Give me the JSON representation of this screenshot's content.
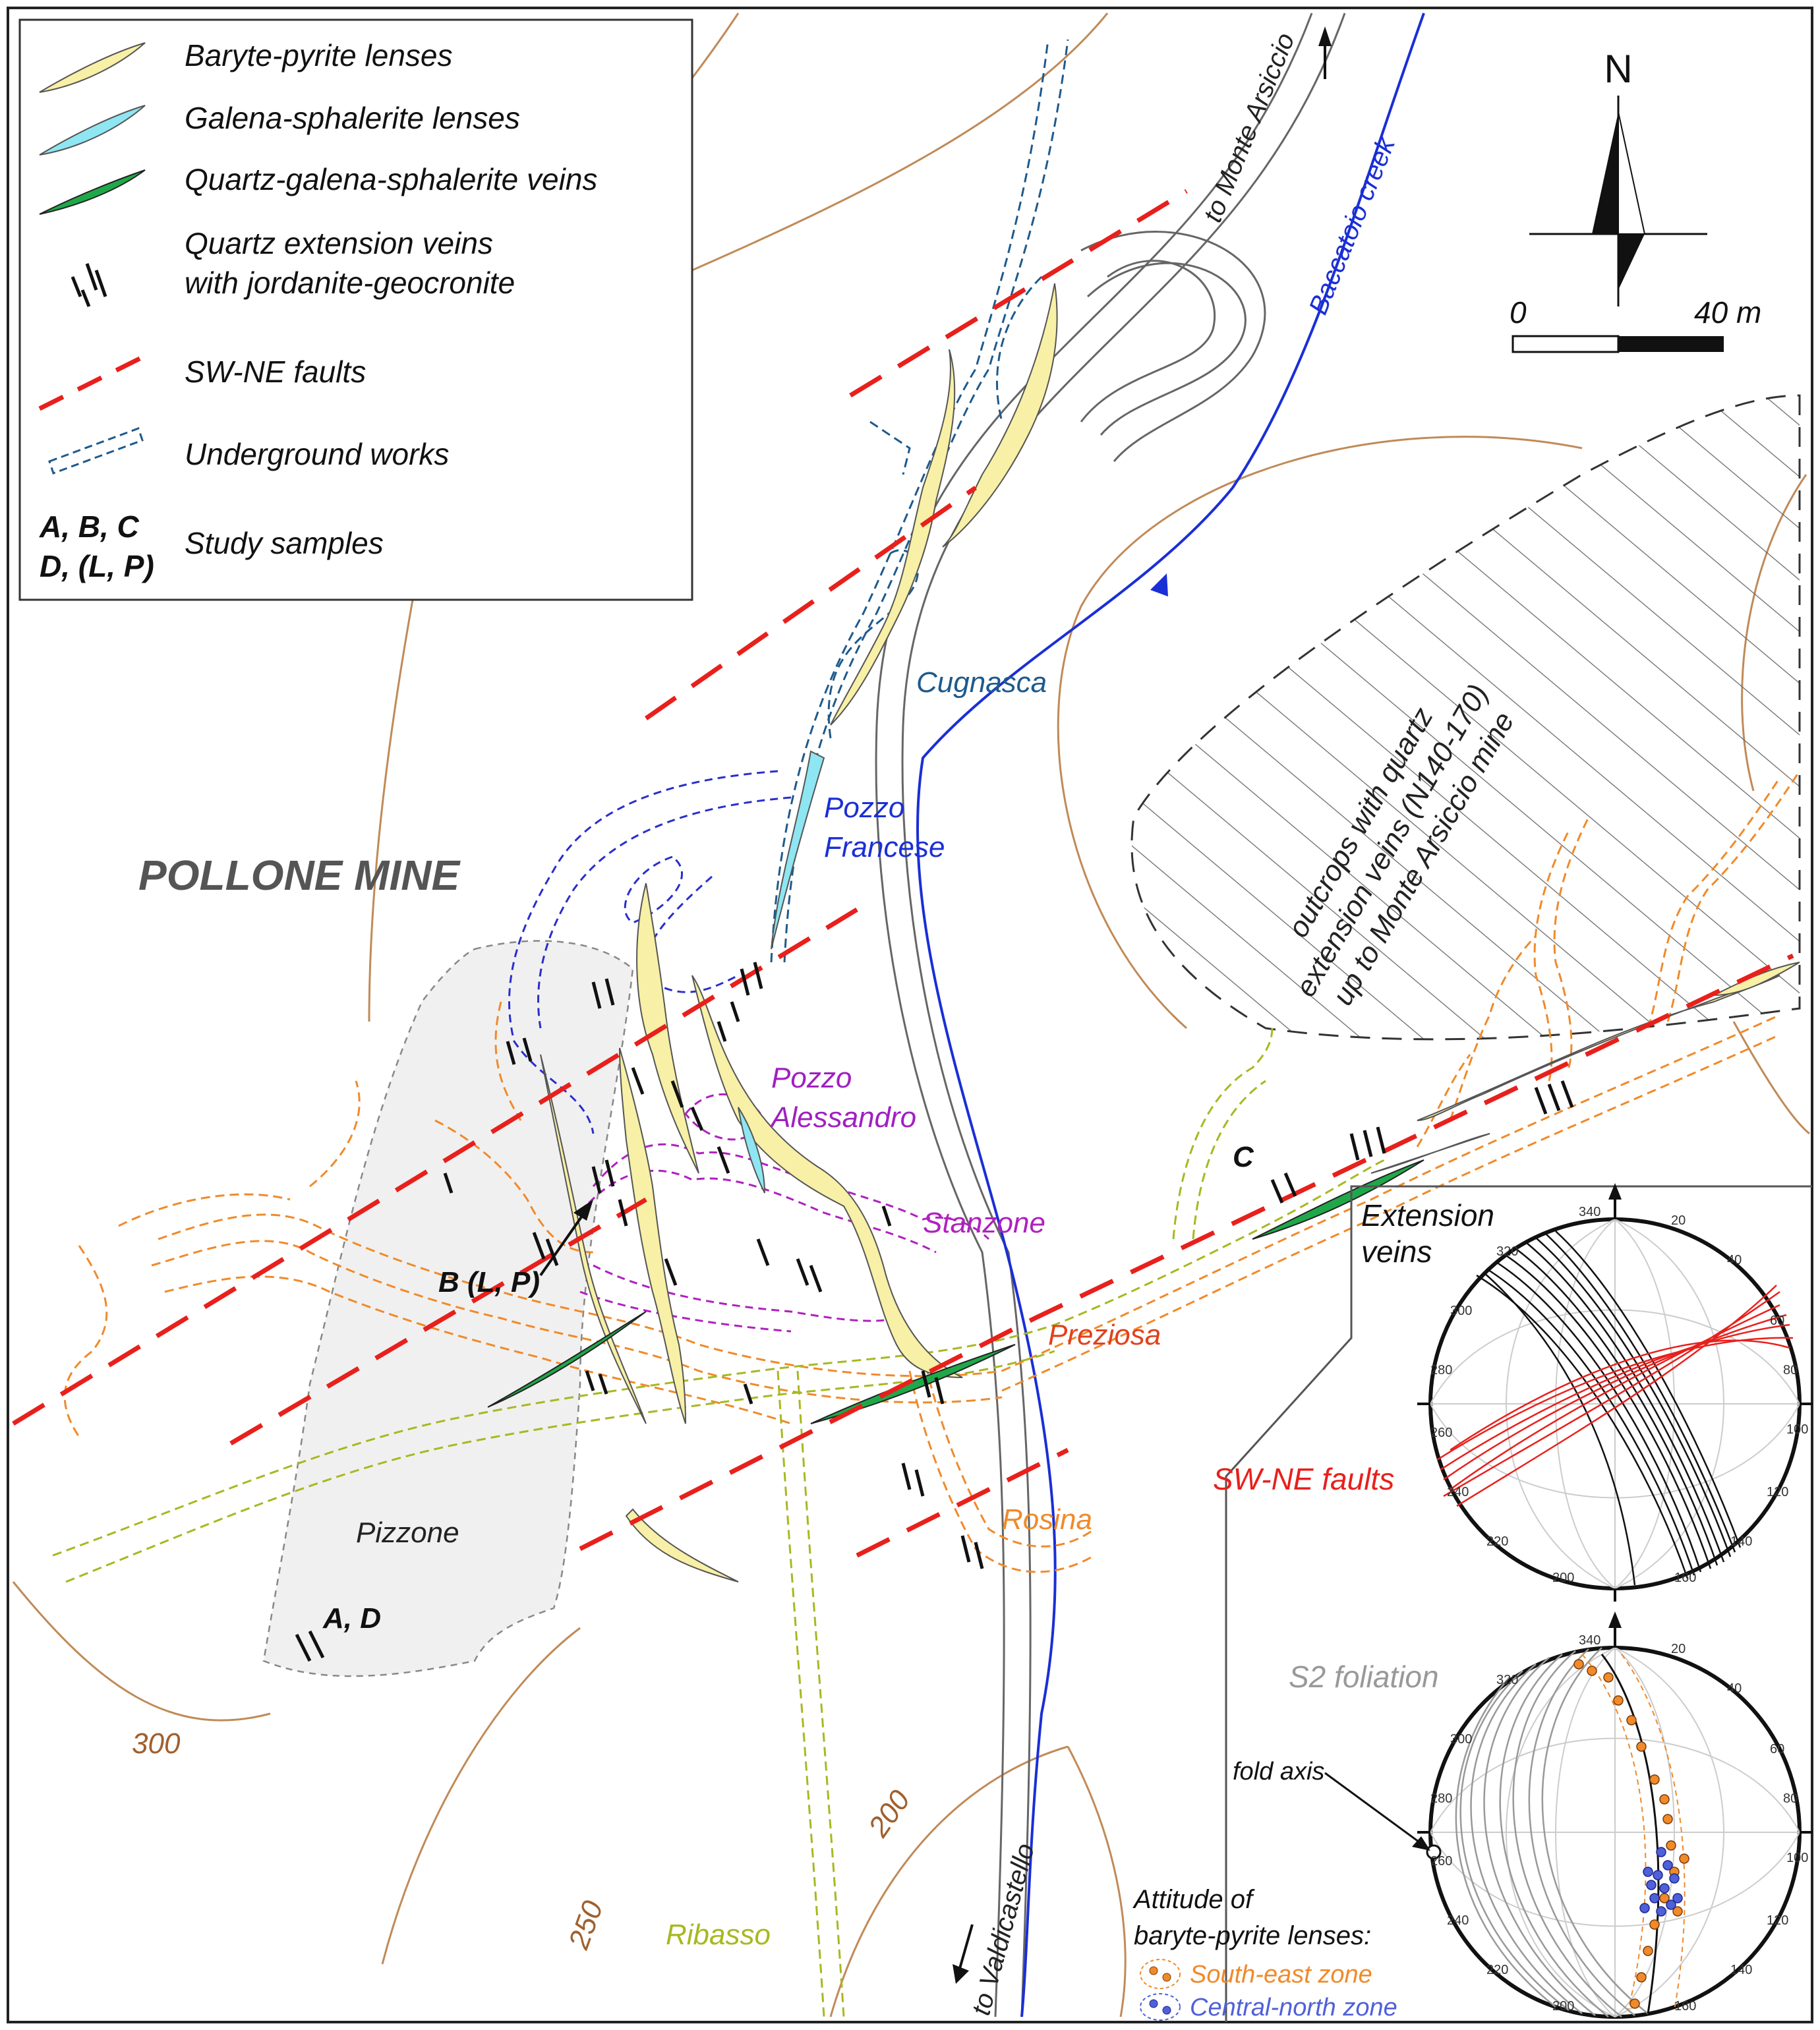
{
  "map_title": "POLLONE MINE",
  "legend": {
    "items": [
      {
        "key": "baryte",
        "label": "Baryte-pyrite lenses",
        "color": "#f7f0a6"
      },
      {
        "key": "galena",
        "label": "Galena-sphalerite lenses",
        "color": "#8ee6f2"
      },
      {
        "key": "quartz_veins",
        "label": "Quartz-galena-sphalerite veins",
        "color": "#1fa84a"
      },
      {
        "key": "ext_veins",
        "label": "Quartz extension veins",
        "label2": "with jordanite-geocronite"
      },
      {
        "key": "faults",
        "label": "SW-NE faults",
        "color": "#e8201c"
      },
      {
        "key": "works",
        "label": "Underground works",
        "color": "#1e5a8c"
      },
      {
        "key": "samples",
        "symbol1": "A, B, C",
        "symbol2": "D, (L, P)",
        "label": "Study samples"
      }
    ]
  },
  "compass": {
    "north": "N",
    "scale_start": "0",
    "scale_end": "40 m"
  },
  "labels": {
    "to_monte_arsiccio": "to Monte Arsiccio",
    "baccatoio_creek": "Baccatoio creek",
    "cugnasca": "Cugnasca",
    "pozzo_francese_1": "Pozzo",
    "pozzo_francese_2": "Francese",
    "pozzo_alessandro_1": "Pozzo",
    "pozzo_alessandro_2": "Alessandro",
    "stanzone": "Stanzone",
    "preziosa": "Preziosa",
    "rosina": "Rosina",
    "ribasso": "Ribasso",
    "pizzone": "Pizzone",
    "to_valdicastello": "to Valdicastello",
    "sample_c": "C",
    "sample_blp": "B (L, P)",
    "sample_ad": "A, D",
    "outcrops_1": "outcrops with quartz",
    "outcrops_2": "extension veins (N140-170)",
    "outcrops_3": "up to Monte Arsiccio mine",
    "contour_300": "300",
    "contour_250": "250",
    "contour_200": "200"
  },
  "stereonets": {
    "top_title_1": "Extension",
    "top_title_2": "veins",
    "top_faults": "SW-NE faults",
    "bottom_title": "S2 foliation",
    "fold_axis": "fold axis",
    "attitude_1": "Attitude of",
    "attitude_2": "baryte-pyrite lenses:",
    "south_east": "South-east zone",
    "central_north": "Central-north zone",
    "ticks": [
      "340",
      "20",
      "40",
      "60",
      "80",
      "100",
      "120",
      "140",
      "160",
      "200",
      "220",
      "240",
      "260",
      "280",
      "300",
      "320"
    ]
  },
  "colors": {
    "contour": "#b8804e",
    "creek": "#1a2fd6",
    "road": "#555555",
    "works_blue": "#1e5a8c",
    "works_dark_blue": "#2a2ecc",
    "works_purple": "#b020c0",
    "works_orange": "#f08a2a",
    "works_olive": "#a8b820",
    "pizzone_fill": "#f2f2f2",
    "fault": "#e8201c",
    "se_zone": "#f08a2a",
    "cn_zone": "#5060d8"
  }
}
